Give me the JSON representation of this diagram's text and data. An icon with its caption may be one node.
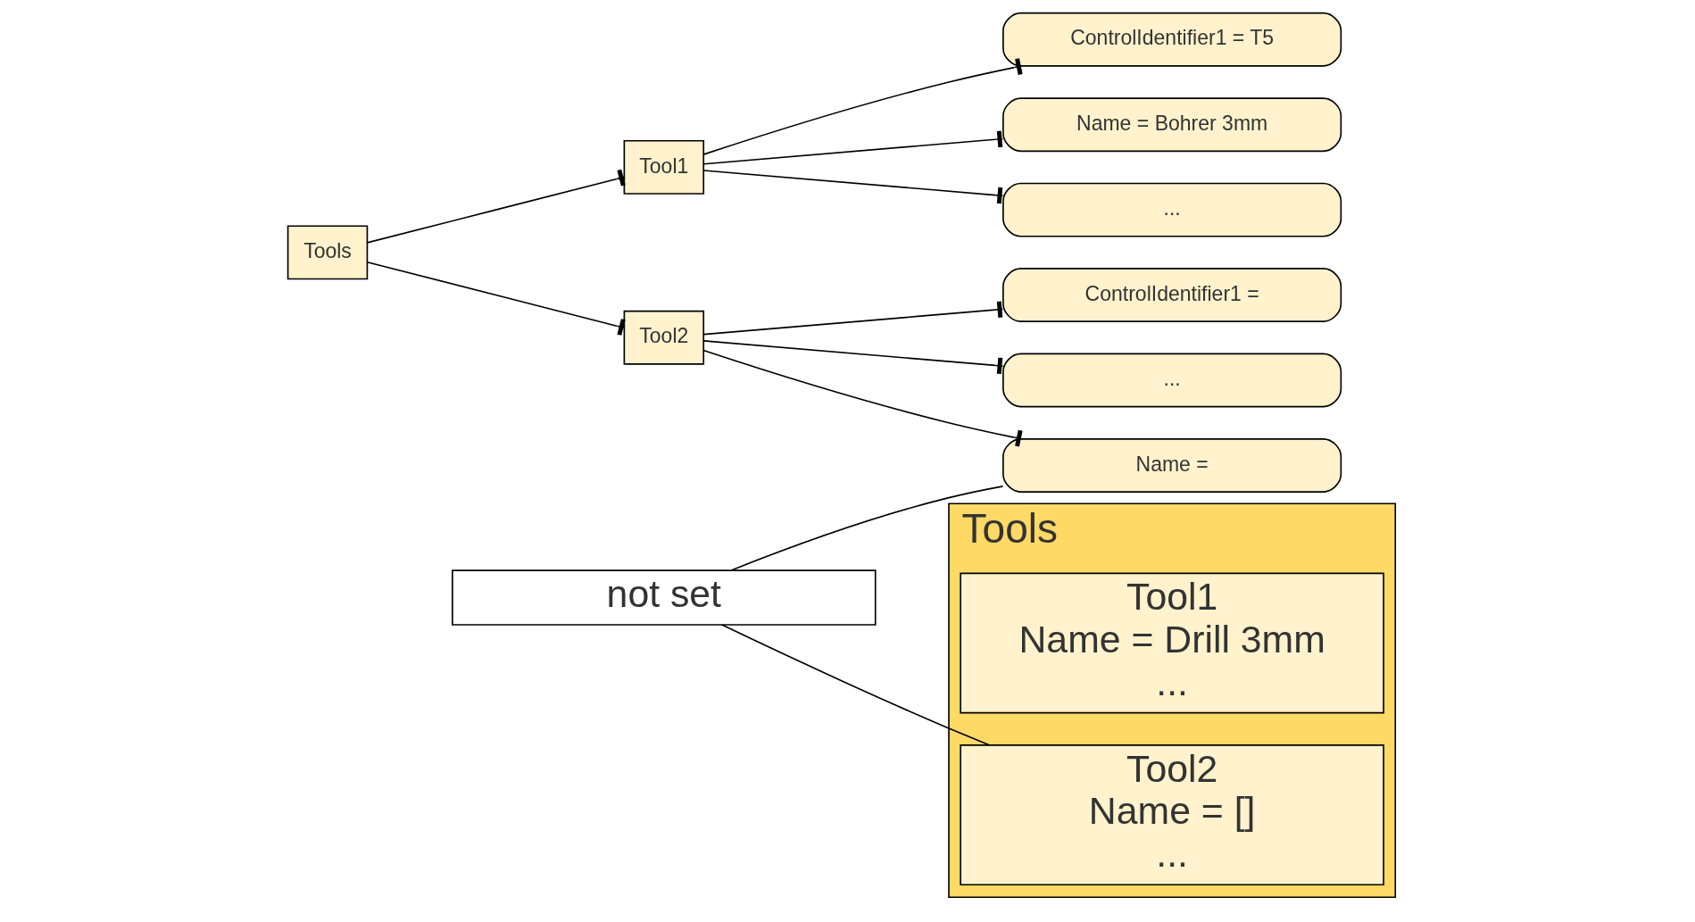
{
  "diagram": {
    "nodes": [
      {
        "text": [
          "Tools"
        ]
      },
      {
        "text": [
          "Tool1"
        ]
      },
      {
        "text": [
          "ControlIdentifier1 = T5"
        ]
      },
      {
        "text": [
          "Name = Bohrer 3mm"
        ]
      },
      {
        "text": [
          "..."
        ]
      },
      {
        "text": [
          "Tool2"
        ]
      },
      {
        "text": [
          "ControlIdentifier1 ="
        ]
      },
      {
        "text": [
          "Name ="
        ]
      },
      {
        "text": [
          "..."
        ]
      },
      {
        "text": [
          "Tools"
        ]
      },
      {
        "text": [
          "Tool1",
          "Name = Drill 3mm",
          "..."
        ],
        "in": 9
      },
      {
        "text": [
          "Tool2",
          "Name = []",
          "..."
        ],
        "in": 9
      },
      {
        "text": [
          "not set"
        ]
      }
    ],
    "edges": [
      {
        "from": 0,
        "to": 1,
        "arrow": "other"
      },
      {
        "from": 1,
        "to": 2,
        "arrow": "other"
      },
      {
        "from": 1,
        "to": 3,
        "arrow": "other"
      },
      {
        "from": 1,
        "to": 4,
        "arrow": "other"
      },
      {
        "from": 0,
        "to": 5,
        "arrow": "other"
      },
      {
        "from": 5,
        "to": 6,
        "arrow": "other"
      },
      {
        "from": 5,
        "to": 7,
        "arrow": "other"
      },
      {
        "from": 5,
        "to": 8,
        "arrow": "other"
      },
      {
        "from": 12,
        "to": 7,
        "arrow": "none"
      },
      {
        "from": 12,
        "to": 11,
        "arrow": "none"
      }
    ]
  }
}
